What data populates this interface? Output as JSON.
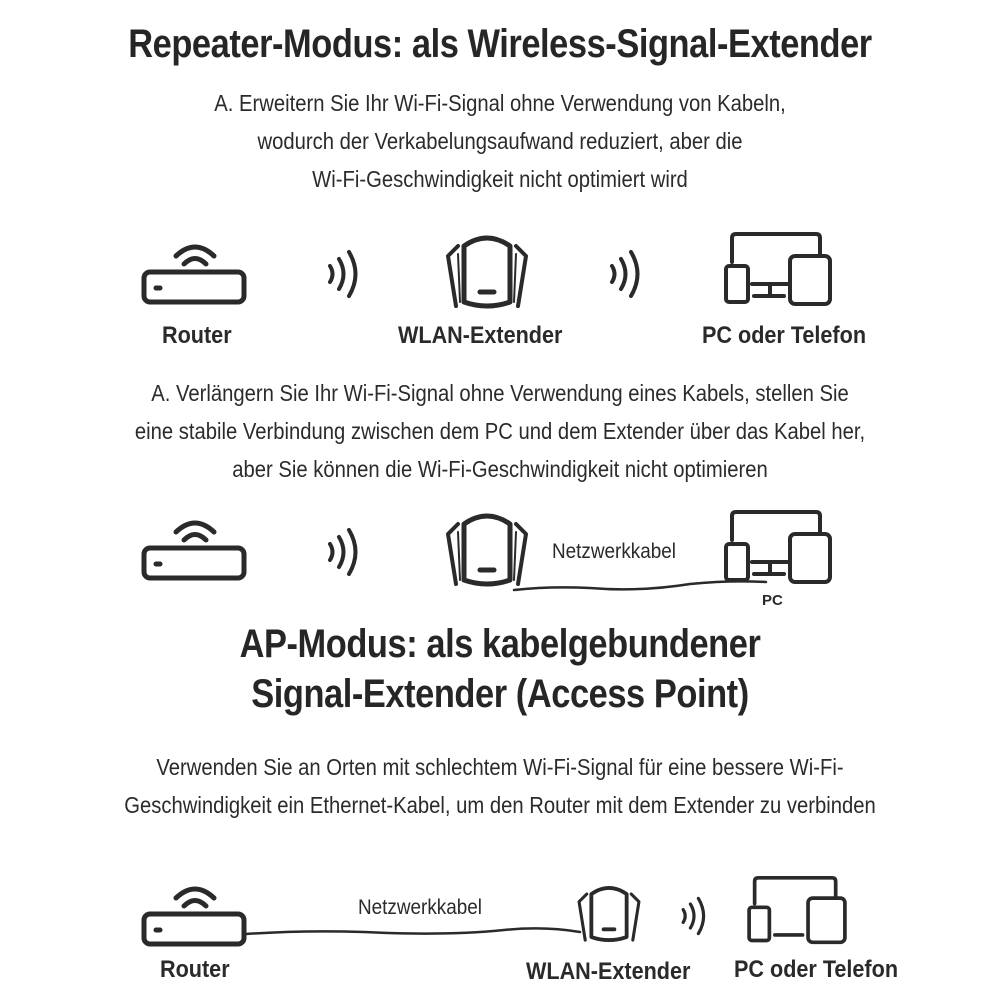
{
  "section1": {
    "title": "Repeater-Modus: als Wireless-Signal-Extender",
    "desc_a": [
      "A. Erweitern Sie Ihr Wi-Fi-Signal ohne Verwendung von Kabeln,",
      "wodurch der Verkabelungsaufwand reduziert, aber die",
      "Wi-Fi-Geschwindigkeit nicht optimiert wird"
    ],
    "labels": {
      "router": "Router",
      "extender": "WLAN-Extender",
      "devices": "PC oder Telefon"
    },
    "desc_b": [
      "A. Verlängern Sie Ihr Wi-Fi-Signal ohne Verwendung eines Kabels, stellen Sie",
      "eine stabile Verbindung zwischen dem PC und dem Extender über das Kabel her,",
      "aber Sie können die Wi-Fi-Geschwindigkeit nicht optimieren"
    ],
    "cable_label": "Netzwerkkabel",
    "pc_label": "PC"
  },
  "section2": {
    "title_lines": [
      "AP-Modus: als kabelgebundener",
      "Signal-Extender (Access Point)"
    ],
    "desc": [
      "Verwenden Sie an Orten mit schlechtem Wi-Fi-Signal für eine bessere Wi-Fi-",
      "Geschwindigkeit ein Ethernet-Kabel, um den Router mit dem Extender zu verbinden"
    ],
    "cable_label": "Netzwerkkabel",
    "labels": {
      "router": "Router",
      "extender": "WLAN-Extender",
      "devices": "PC oder Telefon"
    }
  },
  "icons": [
    "router-icon",
    "wifi-waves-icon",
    "extender-icon",
    "pc-phone-icon",
    "cable-icon"
  ],
  "colors": {
    "ink": "#2a2a2a",
    "background": "#ffffff"
  }
}
